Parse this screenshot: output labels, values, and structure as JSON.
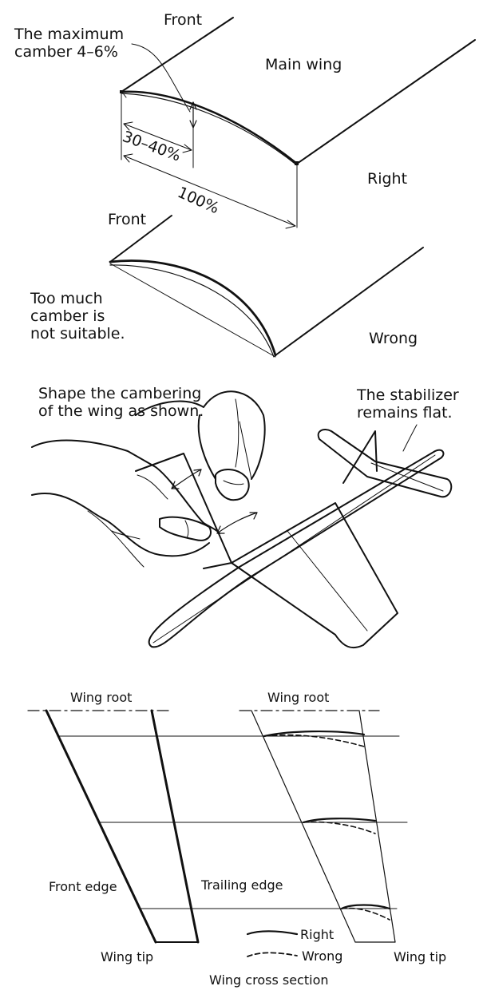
{
  "top": {
    "front": "Front",
    "max_camber_l1": "The maximum",
    "max_camber_l2": "camber 4–6%",
    "main_wing": "Main wing",
    "pct_30_40": "30–40%",
    "pct_100": "100%",
    "right": "Right"
  },
  "wrong_wing": {
    "front": "Front",
    "note_l1": "Too much",
    "note_l2": "camber is",
    "note_l3": "not suitable.",
    "wrong": "Wrong"
  },
  "hands": {
    "shape_l1": "Shape the cambering",
    "shape_l2": "of the wing as shown.",
    "stab_l1": "The stabilizer",
    "stab_l2": "remains flat."
  },
  "cross": {
    "wing_root_left": "Wing root",
    "wing_root_right": "Wing root",
    "front_edge": "Front edge",
    "trailing_edge": "Trailing edge",
    "wing_tip_left": "Wing tip",
    "wing_tip_right": "Wing tip",
    "legend_right": "Right",
    "legend_wrong": "Wrong",
    "caption": "Wing cross section"
  }
}
